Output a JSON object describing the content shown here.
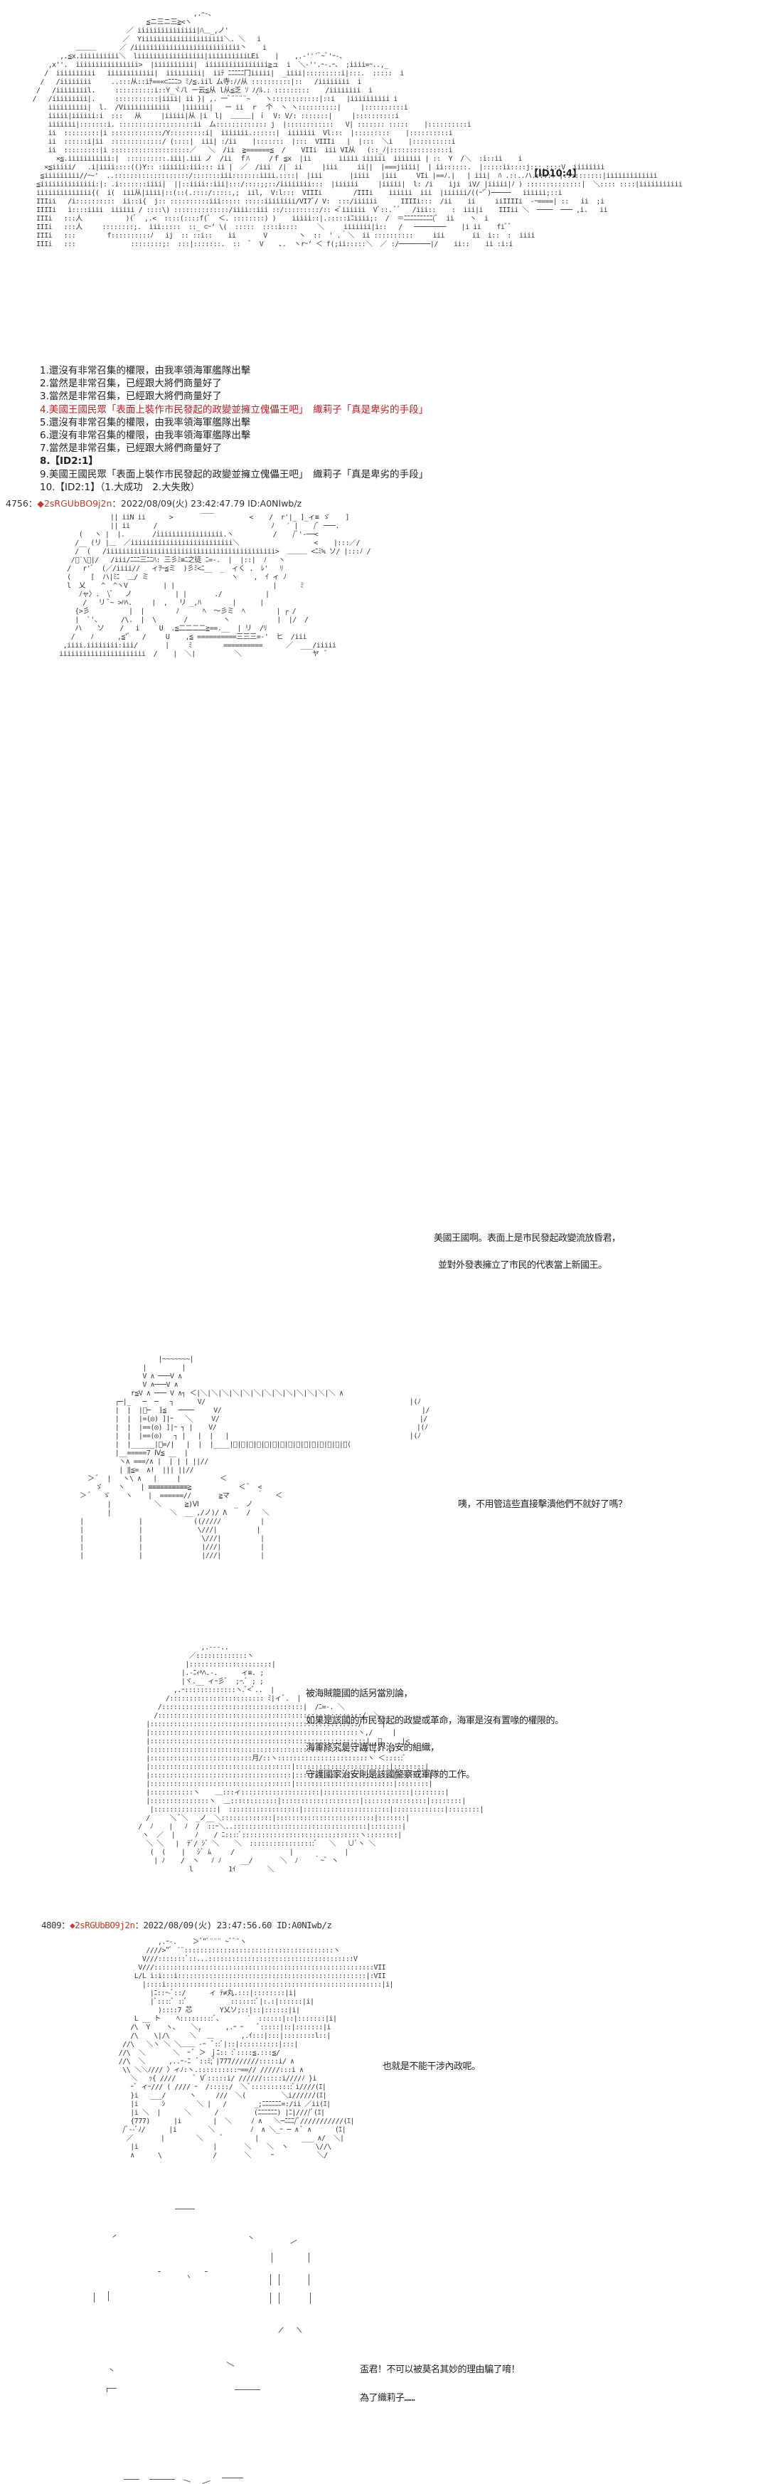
{
  "poll": {
    "id_label": "【ID10:4】",
    "options": [
      "1.還沒有非常召集的權限，由我率領海軍艦隊出擊",
      "2.當然是非常召集，已經跟大將們商量好了",
      "3.當然是非常召集，已經跟大將們商量好了",
      "4.美國王國民眾「表面上裝作市民發起的政變並擁立傀儡王吧」　織莉子「真是卑劣的手段」",
      "5.還沒有非常召集的權限，由我率領海軍艦隊出擊",
      "6.還沒有非常召集的權限，由我率領海軍艦隊出擊",
      "7.當然是非常召集，已經跟大將們商量好了",
      "8.【ID2:1】",
      "9.美國王國民眾「表面上裝作市民發起的政變並擁立傀儡王吧」　織莉子「真是卑劣的手段」",
      "10.【ID2:1】（1.大成功　2.大失敗）"
    ]
  },
  "posts": [
    {
      "number": "4756",
      "separator": "：",
      "trip_mark": "◆",
      "trip": "2sRGUbBO9j2n",
      "meta": "：2022/08/09(火) 23:42:47.79 ID:A0NIwb/z"
    },
    {
      "number": "4809",
      "separator": "：",
      "trip_mark": "◆",
      "trip": "2sRGUbBO9j2n",
      "meta": "：2022/08/09(火) 23:47:56.60 ID:A0NIwb/z"
    }
  ],
  "dialogue": {
    "d1_line1": "美國王國啊。表面上是市民發起政變流放昏君，",
    "d1_line2": "並對外發表擁立了市民的代表當上新國王。",
    "d2": "咦，不用管這些直接擊潰他們不就好了嗎？",
    "d3_line1": "被海賊籠國的話另當別論，",
    "d3_line2": "如果是該國的市民發起的政變或革命，海軍是沒有置喙的權限的。",
    "d3_line3": "海軍終究是守護世界治安的組織，",
    "d3_line4": "守護國家治安則是該國警察或軍隊的工作。",
    "d4": "也就是不能干涉內政呢。",
    "d5_line1": "盃君！不可以被莫名其妙的理由騙了唷！",
    "d5_line2": "為了織莉子……"
  },
  "colors": {
    "text": "#222222",
    "trip_red": "#c0392b",
    "highlight_red": "#b22222",
    "background": "#ffffff"
  }
}
